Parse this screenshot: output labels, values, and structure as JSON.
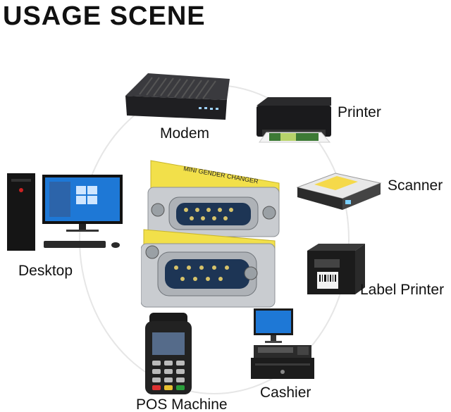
{
  "title": "USAGE SCENE",
  "product_text": "MINI GENDER CHANGER",
  "devices": {
    "modem": "Modem",
    "printer": "Printer",
    "scanner": "Scanner",
    "desktop": "Desktop",
    "label_printer": "Label Printer",
    "pos_machine": "POS Machine",
    "cashier": "Cashier"
  },
  "colors": {
    "adapter_yellow": "#f2e04a",
    "metal": "#c9ccd0",
    "screen_blue": "#1e78d6",
    "device_dark": "#222222"
  },
  "icons": [
    "modem-icon",
    "printer-icon",
    "scanner-icon",
    "desktop-computer-icon",
    "label-printer-icon",
    "pos-terminal-icon",
    "cash-register-icon",
    "gender-changer-icon"
  ]
}
